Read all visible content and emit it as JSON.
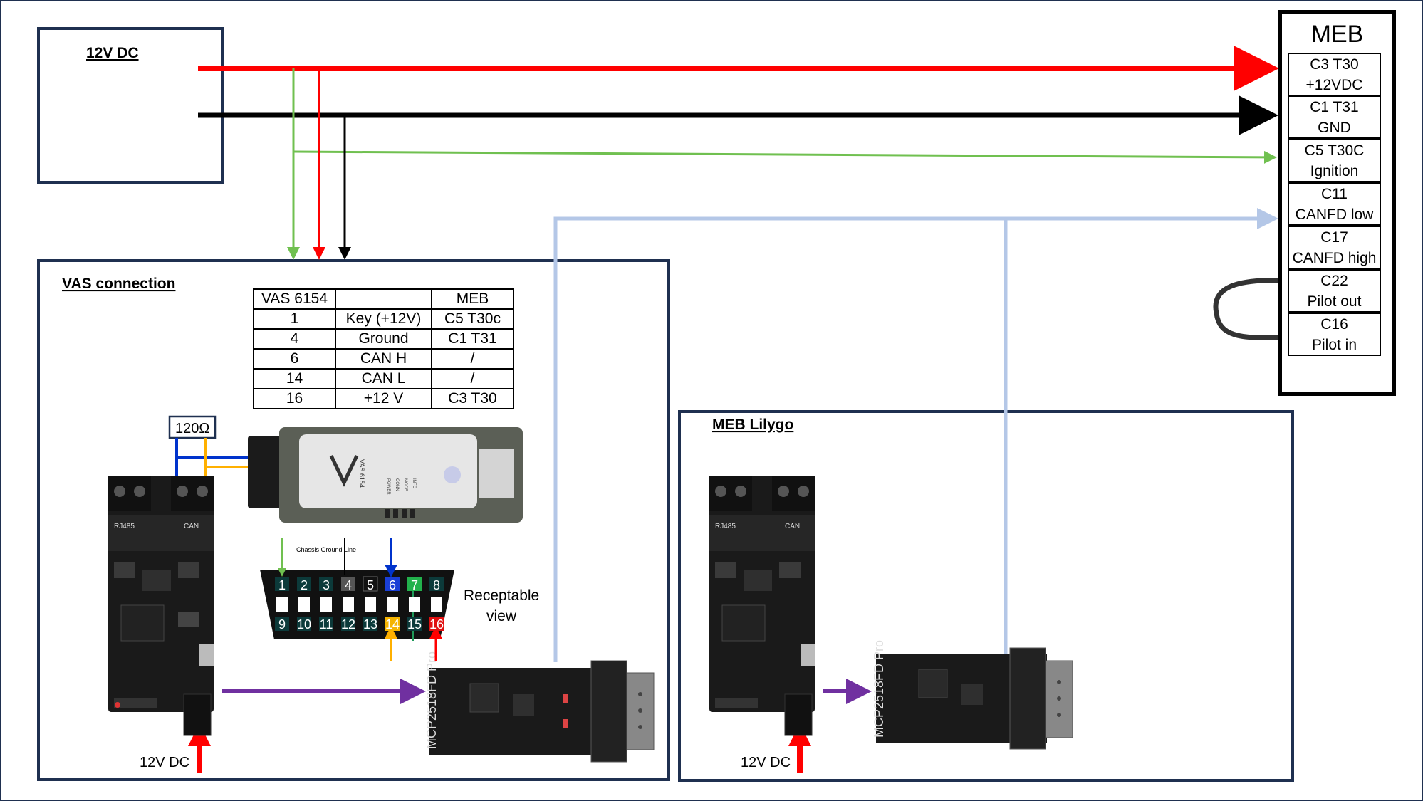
{
  "labels": {
    "power_box": "12V DC",
    "vas_section": "VAS connection",
    "meb_lilygo_section": "MEB Lilygo",
    "resistor": "120Ω",
    "receptable_line1": "Receptable",
    "receptable_line2": "view",
    "vas_supply": "12V DC",
    "lilygo_supply": "12V DC",
    "chassis_ground": "Chassis Ground Line",
    "vas_device_name": "VAS 6154",
    "board_rs485": "RJ485",
    "board_can": "CAN",
    "module_name": "MCP2518FD Pro"
  },
  "vas_table": {
    "headers": [
      "VAS 6154",
      "",
      "MEB"
    ],
    "rows": [
      [
        "1",
        "Key (+12V)",
        "C5 T30c"
      ],
      [
        "4",
        "Ground",
        "C1 T31"
      ],
      [
        "6",
        "CAN H",
        "/"
      ],
      [
        "14",
        "CAN L",
        "/"
      ],
      [
        "16",
        "+12 V",
        "C3 T30"
      ]
    ]
  },
  "meb": {
    "title": "MEB",
    "pins": [
      {
        "line1": "C3 T30",
        "line2": "+12VDC"
      },
      {
        "line1": "C1 T31",
        "line2": "GND"
      },
      {
        "line1": "C5 T30C",
        "line2": "Ignition"
      },
      {
        "line1": "C11",
        "line2": "CANFD low"
      },
      {
        "line1": "C17",
        "line2": "CANFD high"
      },
      {
        "line1": "C22",
        "line2": "Pilot out"
      },
      {
        "line1": "C16",
        "line2": "Pilot in"
      }
    ]
  },
  "obd_pins_top": [
    "1",
    "2",
    "3",
    "4",
    "5",
    "6",
    "7",
    "8"
  ],
  "obd_pins_bottom": [
    "9",
    "10",
    "11",
    "12",
    "13",
    "14",
    "15",
    "16"
  ],
  "vas_device_leds": [
    "POWER",
    "CONN",
    "MODE",
    "INFO"
  ],
  "colors": {
    "frame": "#1f3050",
    "supply_positive": "#ff0000",
    "ground": "#000000",
    "ignition": "#70c050",
    "can_bus": "#b4c7e7",
    "link": "#7030a0",
    "can_h_blue": "#0033cc",
    "can_l_yellow": "#ffb000",
    "pcb": "#1a1a1a"
  }
}
